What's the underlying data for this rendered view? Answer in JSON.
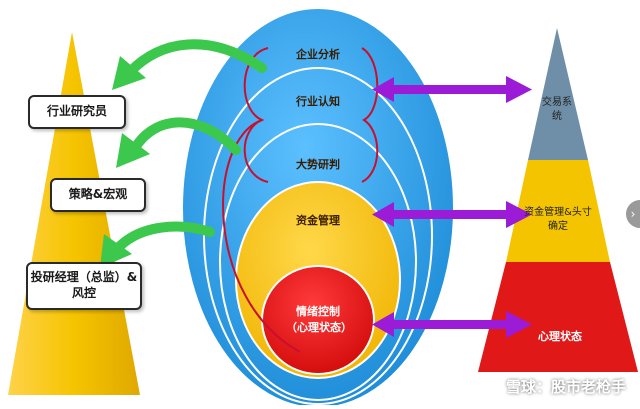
{
  "left_pyramid": {
    "boxes": [
      {
        "label": "行业研究员"
      },
      {
        "label": "策略&宏观"
      },
      {
        "label": "投研经理（总监）&风控"
      }
    ]
  },
  "oval": {
    "layers": [
      {
        "label": "企业分析"
      },
      {
        "label": "行业认知"
      },
      {
        "label": "大势研判"
      },
      {
        "label": "资金管理"
      },
      {
        "label": "情绪控制（心理状态）"
      }
    ]
  },
  "right_pyramid": {
    "tiers": [
      {
        "label": "交易系统"
      },
      {
        "label": "资金管理&头寸确定"
      },
      {
        "label": "心理状态"
      }
    ]
  },
  "watermark": "雪球：股市老枪手",
  "colors": {
    "yellow": "#f5c400",
    "blue": "#2a9be0",
    "red": "#e01818",
    "steel": "#6f8fa8",
    "arrow_purple": "#9b1bd6",
    "arrow_green": "#3cc84c"
  }
}
